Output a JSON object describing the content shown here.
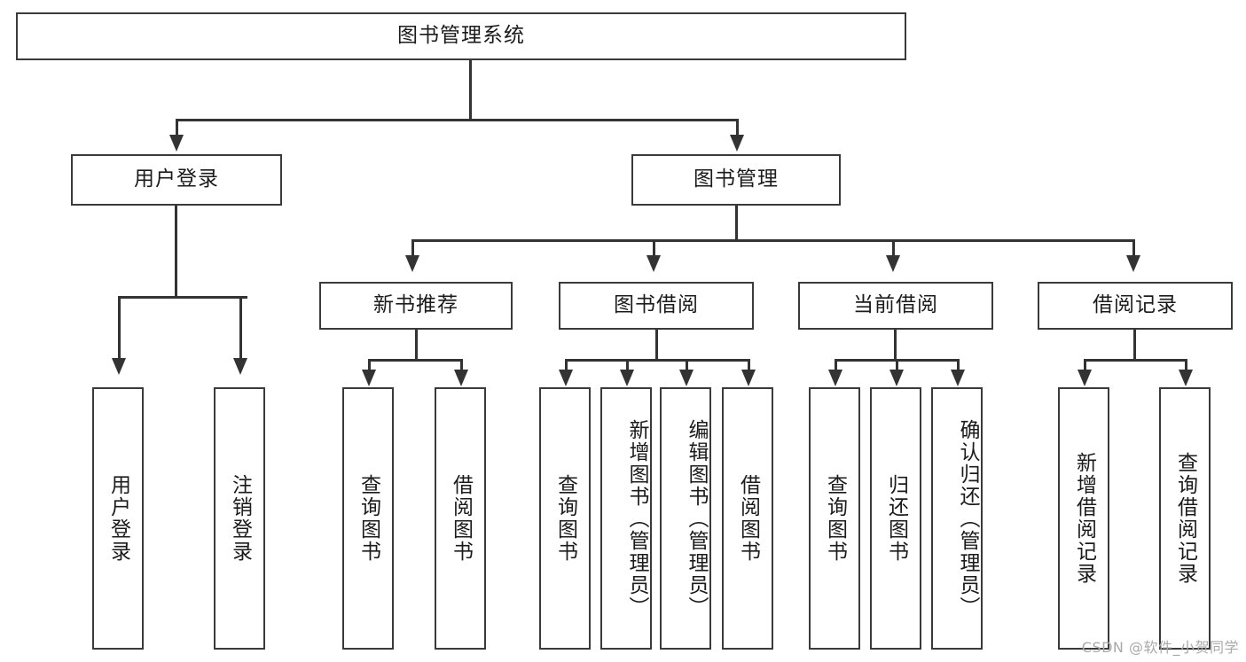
{
  "diagram": {
    "title": "图书管理系统",
    "type": "hierarchy-tree",
    "root": {
      "label": "图书管理系统"
    },
    "level1": [
      {
        "label": "用户登录"
      },
      {
        "label": "图书管理"
      }
    ],
    "level2": [
      {
        "label": "新书推荐"
      },
      {
        "label": "图书借阅"
      },
      {
        "label": "当前借阅"
      },
      {
        "label": "借阅记录"
      }
    ],
    "leaves": {
      "user_login": [
        {
          "label": "用户登录"
        },
        {
          "label": "注销登录"
        }
      ],
      "new_book_recommend": [
        {
          "label": "查询图书"
        },
        {
          "label": "借阅图书"
        }
      ],
      "book_borrow": [
        {
          "label": "查询图书"
        },
        {
          "label": "新增图书（管理员）"
        },
        {
          "label": "编辑图书（管理员）"
        },
        {
          "label": "借阅图书"
        }
      ],
      "current_borrow": [
        {
          "label": "查询图书"
        },
        {
          "label": "归还图书"
        },
        {
          "label": "确认归还（管理员）"
        }
      ],
      "borrow_record": [
        {
          "label": "新增借阅记录"
        },
        {
          "label": "查询借阅记录"
        }
      ]
    }
  },
  "watermark": {
    "text": "CSDN @软件_小贺同学"
  },
  "colors": {
    "border": "#3a3a3a",
    "line": "#333333",
    "text": "#1b1b1b",
    "background": "#ffffff",
    "watermark": "#a9a9a9"
  }
}
